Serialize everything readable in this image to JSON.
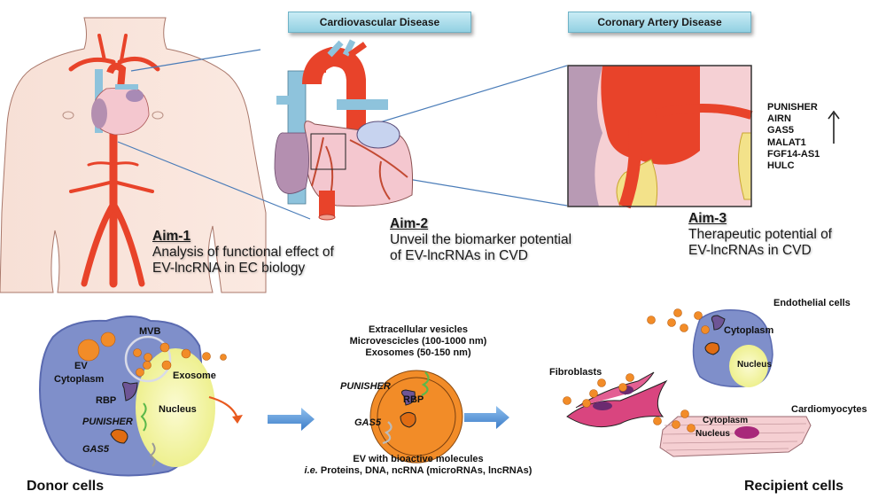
{
  "banners": {
    "cvd": "Cardiovascular Disease",
    "cad": "Coronary Artery Disease"
  },
  "aims": [
    {
      "title": "Aim-1",
      "line1": "Analysis of functional effect of",
      "line2": "EV-lncRNA in EC biology"
    },
    {
      "title": "Aim-2",
      "line1": "Unveil the biomarker potential",
      "line2": "of EV-lncRNAs in CVD"
    },
    {
      "title": "Aim-3",
      "line1": "Therapeutic potential of",
      "line2": "EV-lncRNAs in CVD"
    }
  ],
  "lncrnas": {
    "items": [
      "PUNISHER",
      "AIRN",
      "GAS5",
      "MALAT1",
      "FGF14-AS1",
      "HULC"
    ],
    "trend_icon": "up-arrow-icon"
  },
  "donor": {
    "labels": {
      "mvb": "MVB",
      "ev": "EV",
      "cytoplasm": "Cytoplasm",
      "exosome": "Exosome",
      "rbp": "RBP",
      "nucleus": "Nucleus",
      "punisher": "PUNISHER",
      "gas5": "GAS5"
    },
    "caption": "Donor cells"
  },
  "ev": {
    "title_lines": [
      "Extracellular vesicles",
      "Microvescicles (100-1000 nm)",
      "Exosomes (50-150 nm)"
    ],
    "labels": {
      "punisher": "PUNISHER",
      "rbp": "RBP",
      "gas5": "GAS5"
    },
    "caption_line1": "EV with bioactive molecules",
    "caption_ie": "i.e.",
    "caption_line2": " Proteins, DNA, ncRNA (microRNAs, lncRNAs)"
  },
  "recipient": {
    "endothelial": "Endothelial cells",
    "endo_cytoplasm": "Cytoplasm",
    "endo_nucleus": "Nucleus",
    "fibroblasts": "Fibroblasts",
    "cardiomyocytes": "Cardiomyocytes",
    "cardio_cytoplasm": "Cytoplasm",
    "cardio_nucleus": "Nucleus",
    "caption": "Recipient cells"
  },
  "colors": {
    "artery": "#e8432a",
    "vein": "#8ec3dc",
    "cell_blue": "#7f8fca",
    "nucleus": "#f4f3a6",
    "ev_orange": "#f28c28",
    "flow_arrow": "#4f8fd6",
    "fibroblast": "#d9457f",
    "cardiomyocyte": "#f5cfd2"
  }
}
